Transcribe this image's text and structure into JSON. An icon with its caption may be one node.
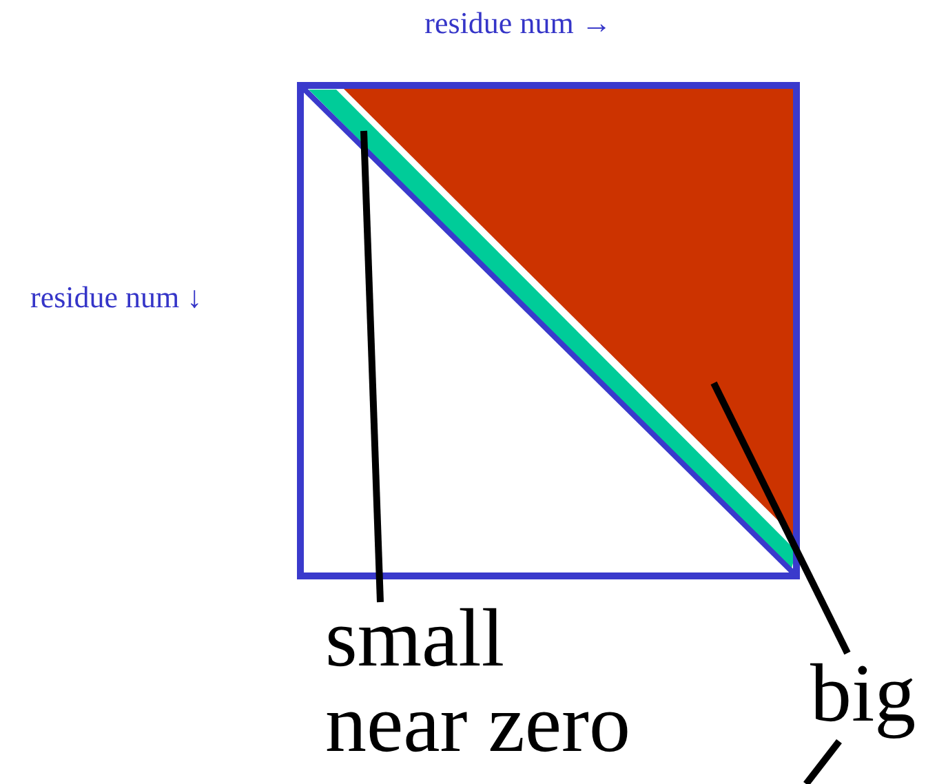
{
  "diagram": {
    "nodes": [
      {
        "text": [
          "small near zero"
        ]
      },
      {
        "text": [
          "big"
        ]
      },
      {
        "text": [],
        "shape": "band"
      },
      {
        "text": [],
        "shape": "triangle"
      }
    ],
    "edges": [
      {
        "from": 0,
        "to": 2,
        "arrow": "none"
      },
      {
        "from": 1,
        "to": 3,
        "arrow": "none"
      },
      {
        "from": 1,
        "to": null,
        "arrow": "none"
      }
    ],
    "labels": [
      "residue num →",
      "residue num ↓"
    ]
  }
}
